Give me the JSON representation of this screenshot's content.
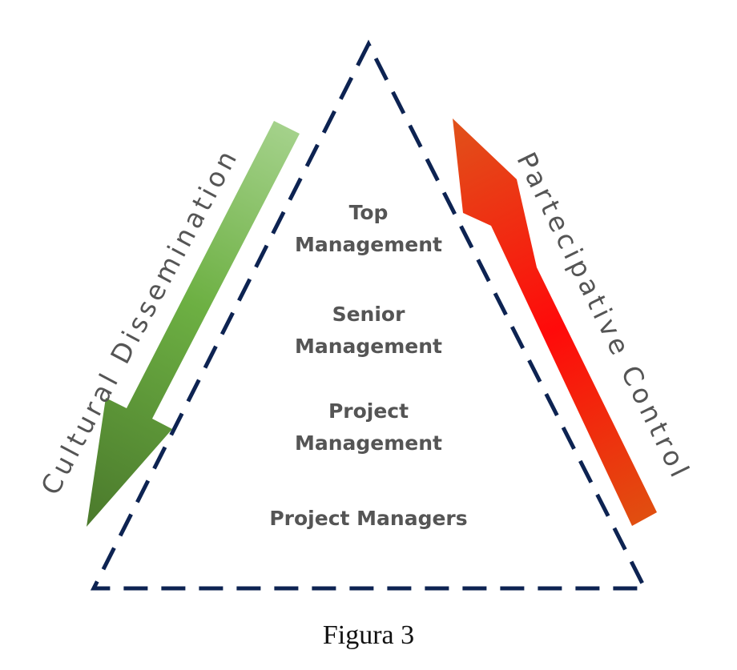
{
  "diagram": {
    "levels": [
      {
        "lines": [
          "Top",
          "Management"
        ]
      },
      {
        "lines": [
          "Senior",
          "Management"
        ]
      },
      {
        "lines": [
          "Project",
          "Management"
        ]
      },
      {
        "lines": [
          "Project Managers"
        ]
      }
    ],
    "left_arrow": {
      "label": "Cultural Dissemination",
      "direction": "down"
    },
    "right_arrow": {
      "label": "Partecipative Control",
      "direction": "up"
    },
    "caption": "Figura 3"
  },
  "colors": {
    "triangle_stroke": "#0d2352",
    "level_text": "#555555",
    "left_arrow_light": "#a5d28c",
    "left_arrow_mid": "#6db043",
    "left_arrow_dark": "#4b7a2c",
    "right_arrow_light": "#e0521a",
    "right_arrow_mid": "#ff0a0a",
    "right_arrow_dark": "#e05010"
  },
  "icons": {
    "left_arrow": "arrow-down-left-icon",
    "right_arrow": "arrow-up-left-icon"
  }
}
